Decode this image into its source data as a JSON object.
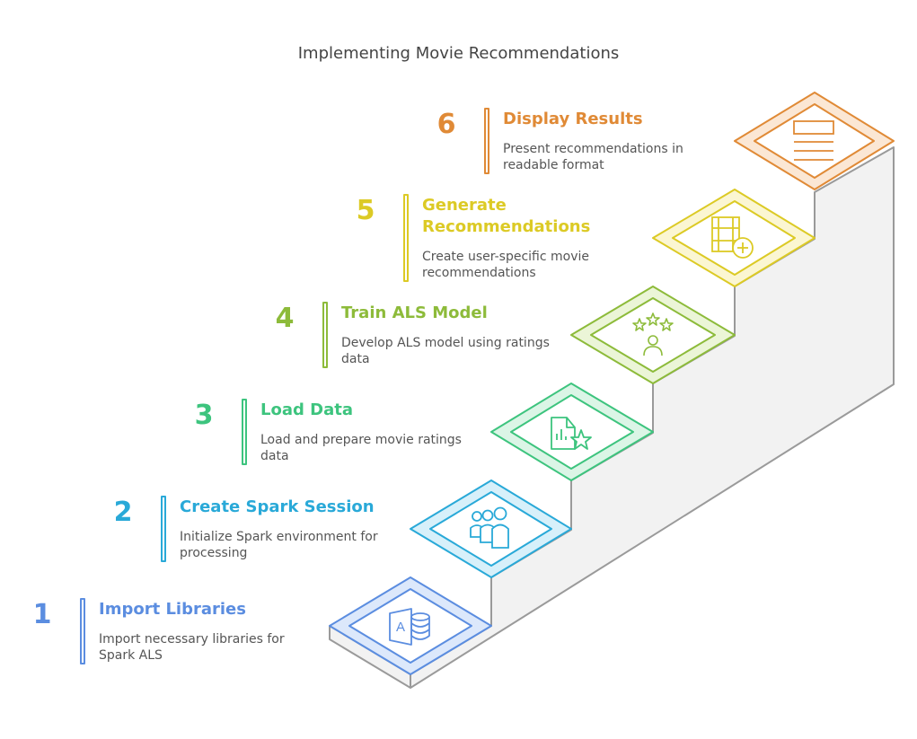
{
  "title": "Implementing Movie Recommendations",
  "steps": [
    {
      "number": "1",
      "title": "Import Libraries",
      "description_lines": [
        "Import necessary libraries for",
        "Spark ALS"
      ],
      "color": "#5b8de0",
      "icon": "database-access-icon"
    },
    {
      "number": "2",
      "title": "Create Spark Session",
      "description_lines": [
        "Initialize Spark environment for",
        "processing"
      ],
      "color": "#29a9d8",
      "icon": "people-group-icon"
    },
    {
      "number": "3",
      "title": "Load Data",
      "description_lines": [
        "Load and prepare movie ratings",
        "data"
      ],
      "color": "#3dc47e",
      "icon": "chart-document-star-icon"
    },
    {
      "number": "4",
      "title": "Train ALS Model",
      "description_lines": [
        "Develop ALS model using ratings",
        "data"
      ],
      "color": "#8dbb3a",
      "icon": "person-rating-stars-icon"
    },
    {
      "number": "5",
      "title_lines": [
        "Generate",
        "Recommendations"
      ],
      "description_lines": [
        "Create user-specific movie",
        "recommendations"
      ],
      "color": "#dcca25",
      "icon": "film-add-icon"
    },
    {
      "number": "6",
      "title": "Display Results",
      "description_lines": [
        "Present recommendations in",
        "readable format"
      ],
      "color": "#e08a36",
      "icon": "results-panel-icon"
    }
  ]
}
